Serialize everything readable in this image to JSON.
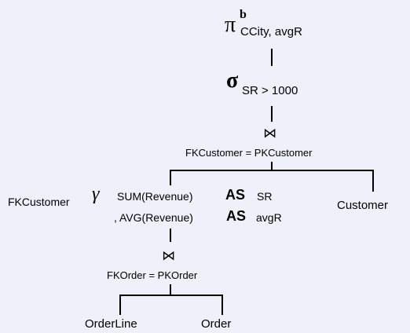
{
  "projection": {
    "symbol": "π",
    "superscript": "b",
    "subscript": "CCity, avgR"
  },
  "selection": {
    "symbol": "σ",
    "subscript": "SR > 1000"
  },
  "join_top": {
    "symbol": "⋈",
    "condition": "FKCustomer = PKCustomer"
  },
  "aggregation": {
    "group_by": "FKCustomer",
    "symbol": "γ",
    "line1_expr": "SUM(Revenue)",
    "as_keyword": "AS",
    "line1_alias": "SR",
    "line2_expr": ", AVG(Revenue)",
    "line2_alias": "avgR"
  },
  "customer_leaf": {
    "label": "Customer"
  },
  "join_bottom": {
    "symbol": "⋈",
    "condition": "FKOrder = PKOrder"
  },
  "orderline_leaf": {
    "label": "OrderLine"
  },
  "order_leaf": {
    "label": "Order"
  }
}
